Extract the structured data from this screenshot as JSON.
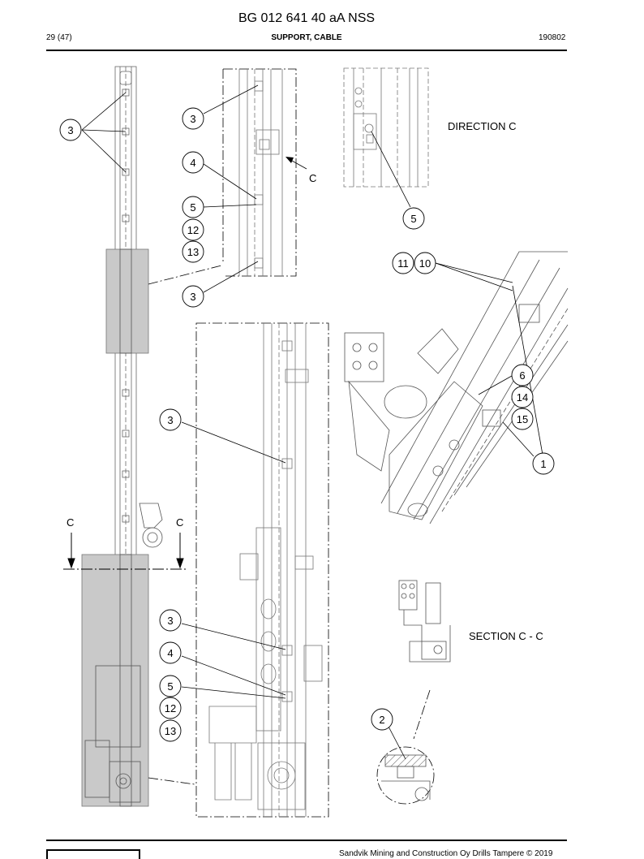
{
  "header": {
    "doc_id": "BG 012 641 40 aA NSS",
    "page": "29 (47)",
    "title": "SUPPORT, CABLE",
    "date": "190802"
  },
  "views": {
    "direction": "DIRECTION C",
    "section": "SECTION C - C",
    "arrow_label": "C",
    "cut_left": "C",
    "cut_right": "C"
  },
  "callouts": {
    "c3_main": "3",
    "c3_top": "3",
    "c4_top": "4",
    "c5_top": "5",
    "c12_top": "12",
    "c13_top": "13",
    "c3_bottom_top": "3",
    "c5_dir": "5",
    "c11": "11",
    "c10": "10",
    "c6": "6",
    "c14": "14",
    "c15": "15",
    "c1": "1",
    "c3_mid": "3",
    "c3_low": "3",
    "c4_low": "4",
    "c5_low": "5",
    "c12_low": "12",
    "c13_low": "13",
    "c2": "2"
  },
  "footer": {
    "copyright": "Sandvik Mining and Construction Oy Drills Tampere © 2019"
  }
}
